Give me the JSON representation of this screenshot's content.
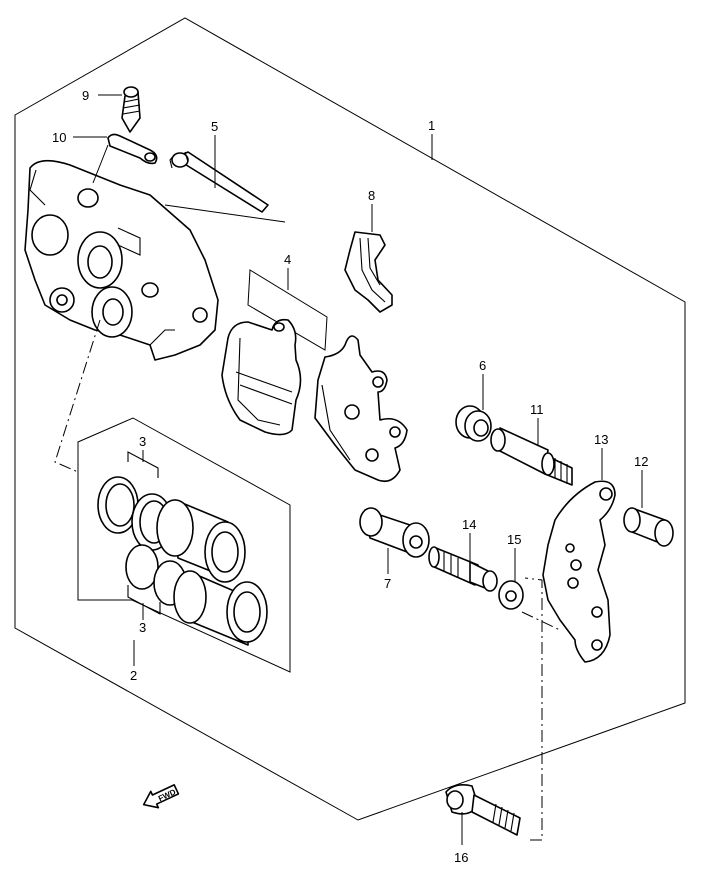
{
  "callouts": {
    "c1": "1",
    "c2": "2",
    "c3a": "3",
    "c3b": "3",
    "c4": "4",
    "c5": "5",
    "c6": "6",
    "c7": "7",
    "c8": "8",
    "c9": "9",
    "c10": "10",
    "c11": "11",
    "c12": "12",
    "c13": "13",
    "c14": "14",
    "c15": "15",
    "c16": "16"
  },
  "fwd_arrow": {
    "label": "FWD"
  }
}
